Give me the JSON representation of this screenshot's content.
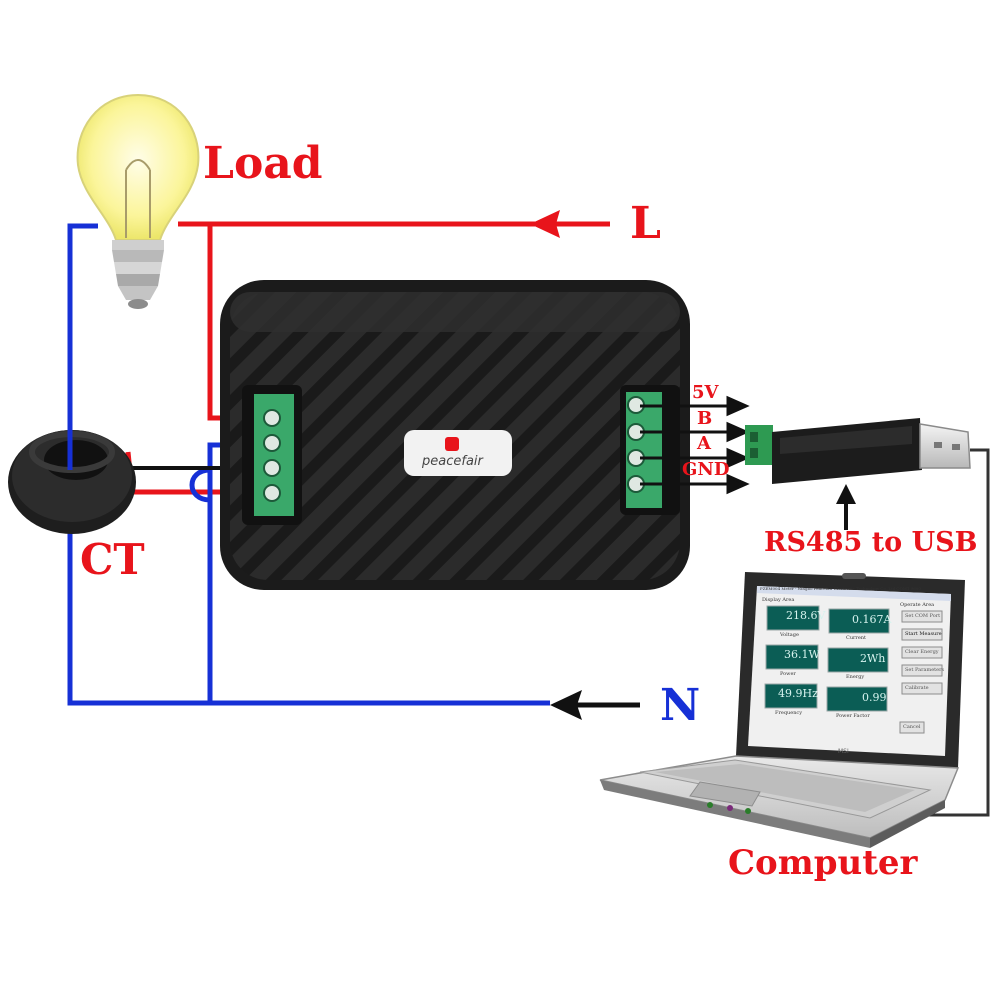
{
  "labels": {
    "load": "Load",
    "live": "L",
    "neutral": "N",
    "ct": "CT",
    "rs485": "RS485 to USB",
    "computer": "Computer"
  },
  "pins": [
    "5V",
    "B",
    "A",
    "GND"
  ],
  "brand": "peacefair",
  "laptop": {
    "title_bar": "PZEM004 Meter - Ningbo Peacefair Electronic Technology Co.,Ltd  COM1  9600",
    "display_area": "Display Area",
    "operate_area": "Operate Area",
    "readings": [
      {
        "value": "218.6V",
        "label": "Voltage"
      },
      {
        "value": "0.167A",
        "label": "Current"
      },
      {
        "value": "36.1W",
        "label": "Power"
      },
      {
        "value": "2Wh",
        "label": "Energy"
      },
      {
        "value": "49.9Hz",
        "label": "Frequency"
      },
      {
        "value": "0.99",
        "label": "Power Factor"
      }
    ],
    "buttons": [
      "Set COM Port",
      "Start Measure",
      "Clear Energy",
      "Set Parameters",
      "Calibrate"
    ],
    "cancel": "Cancel",
    "brand": "MSI"
  },
  "colors": {
    "live_wire": "#e8141b",
    "neutral_wire": "#1630d6",
    "label_red": "#e8141b",
    "label_blue": "#1630d6",
    "terminal_green": "#3aa86a",
    "module_black": "#222222"
  }
}
